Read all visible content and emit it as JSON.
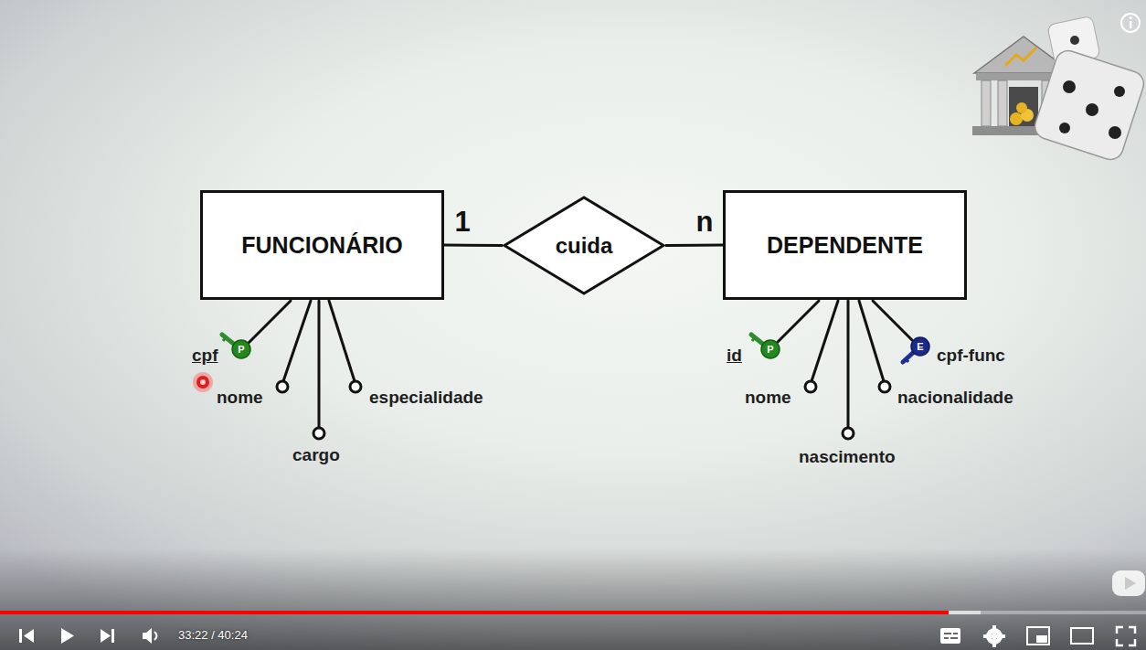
{
  "diagram": {
    "nodes": [
      {
        "text": [
          "FUNCIONÁRIO"
        ]
      },
      {
        "text": [
          "cuida"
        ]
      },
      {
        "text": [
          "DEPENDENTE"
        ]
      }
    ],
    "edges": [
      {
        "from": 0,
        "to": 1,
        "arrow": "none",
        "label": "1"
      },
      {
        "from": 1,
        "to": 2,
        "arrow": "none",
        "label": "n"
      }
    ],
    "labels": [
      "cpf",
      "P",
      "nome",
      "cargo",
      "especialidade",
      "id",
      "P",
      "nome",
      "nascimento",
      "nacionalidade",
      "E",
      "cpf-func",
      "33:22 / 40:24"
    ]
  }
}
